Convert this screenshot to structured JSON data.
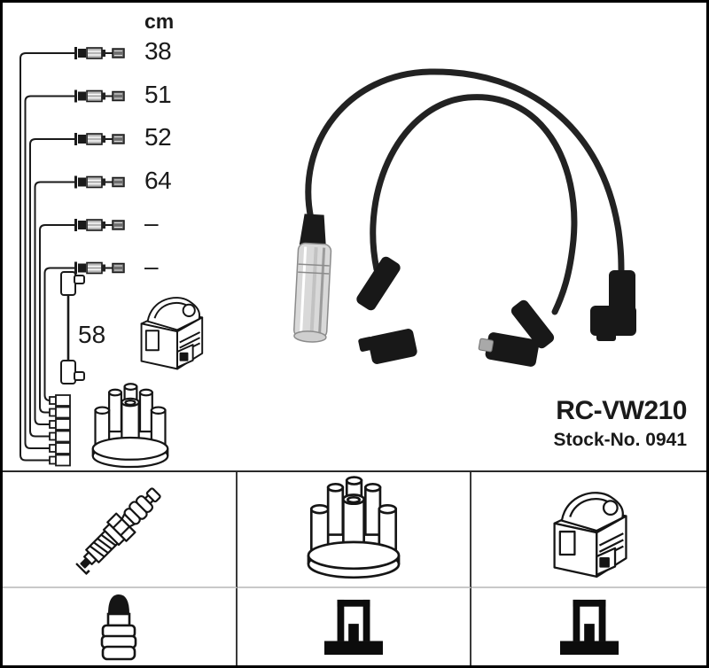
{
  "unit_label": "cm",
  "cables": {
    "lengths": [
      "38",
      "51",
      "52",
      "64",
      "–",
      "–"
    ],
    "coil_cable_length": "58"
  },
  "product": {
    "code": "RC-VW210",
    "stock": "Stock-No. 0941"
  },
  "illustrations": {
    "top_diagram": [
      "cable-length-table",
      "coil-wire",
      "ignition-coil",
      "distributor-cap",
      "distributor-terminals"
    ],
    "photo": "ignition-lead-set-photo"
  },
  "grid": {
    "row1": [
      "spark-plug",
      "distributor-cap",
      "ignition-coil"
    ],
    "row2": [
      "terminal-nut",
      "din-terminal",
      "din-terminal"
    ]
  },
  "colors": {
    "ink": "#1a1a1a",
    "background": "#ffffff",
    "grid_line_dark": "#3a3a3a",
    "grid_line_light": "#c8c8c8",
    "metal_boot": "#d9d9d9"
  }
}
